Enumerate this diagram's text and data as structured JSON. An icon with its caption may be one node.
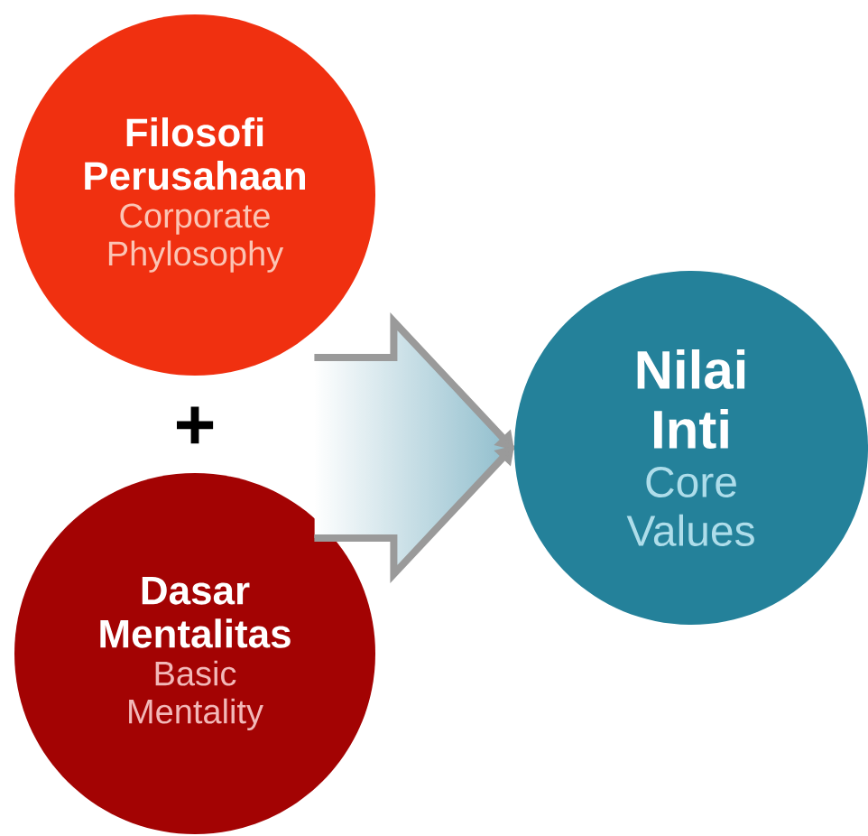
{
  "diagram": {
    "nodes": [
      {
        "text": [
          "Filosofi Perusahaan",
          "Corporate Phylosophy"
        ]
      },
      {
        "text": [
          "Dasar Mentalitas",
          "Basic Mentality"
        ]
      },
      {
        "text": [
          "Nilai Inti",
          "Core Values"
        ]
      }
    ],
    "edges": [
      {
        "from": 0,
        "to": 2,
        "arrow": "to"
      },
      {
        "from": 1,
        "to": 2,
        "arrow": "to"
      }
    ],
    "labels": [
      "+"
    ]
  }
}
